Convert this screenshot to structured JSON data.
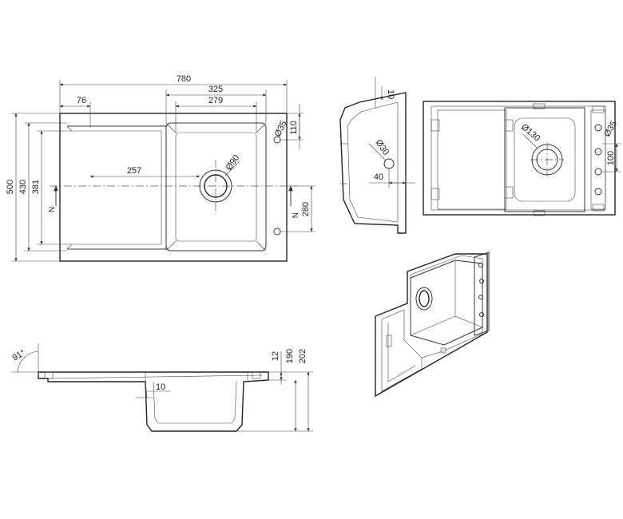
{
  "top_view": {
    "overall_width": "780",
    "bowl_outer_width": "325",
    "bowl_inner_width": "279",
    "drainer_edge": "76",
    "drain_offset": "257",
    "drain_diameter": "Ø90",
    "tap_hole_diameter": "Ø35",
    "tap_hole_offset": "110",
    "overall_depth": "500",
    "inner_depth": "430",
    "drainer_depth": "381",
    "fixing_distance": "280",
    "marker_left": "N",
    "marker_right": "N"
  },
  "section_view": {
    "rim_thickness": "10",
    "hole_diameter": "Ø30",
    "hole_offset": "40"
  },
  "bottom_view": {
    "drain_diameter": "Ø130",
    "tap_hole_diameter": "Ø35",
    "tap_hole_offset": "100"
  },
  "side_view": {
    "angle": "91°",
    "wall_thickness": "10",
    "rim_height": "12",
    "bowl_depth": "190",
    "total_height": "202"
  }
}
